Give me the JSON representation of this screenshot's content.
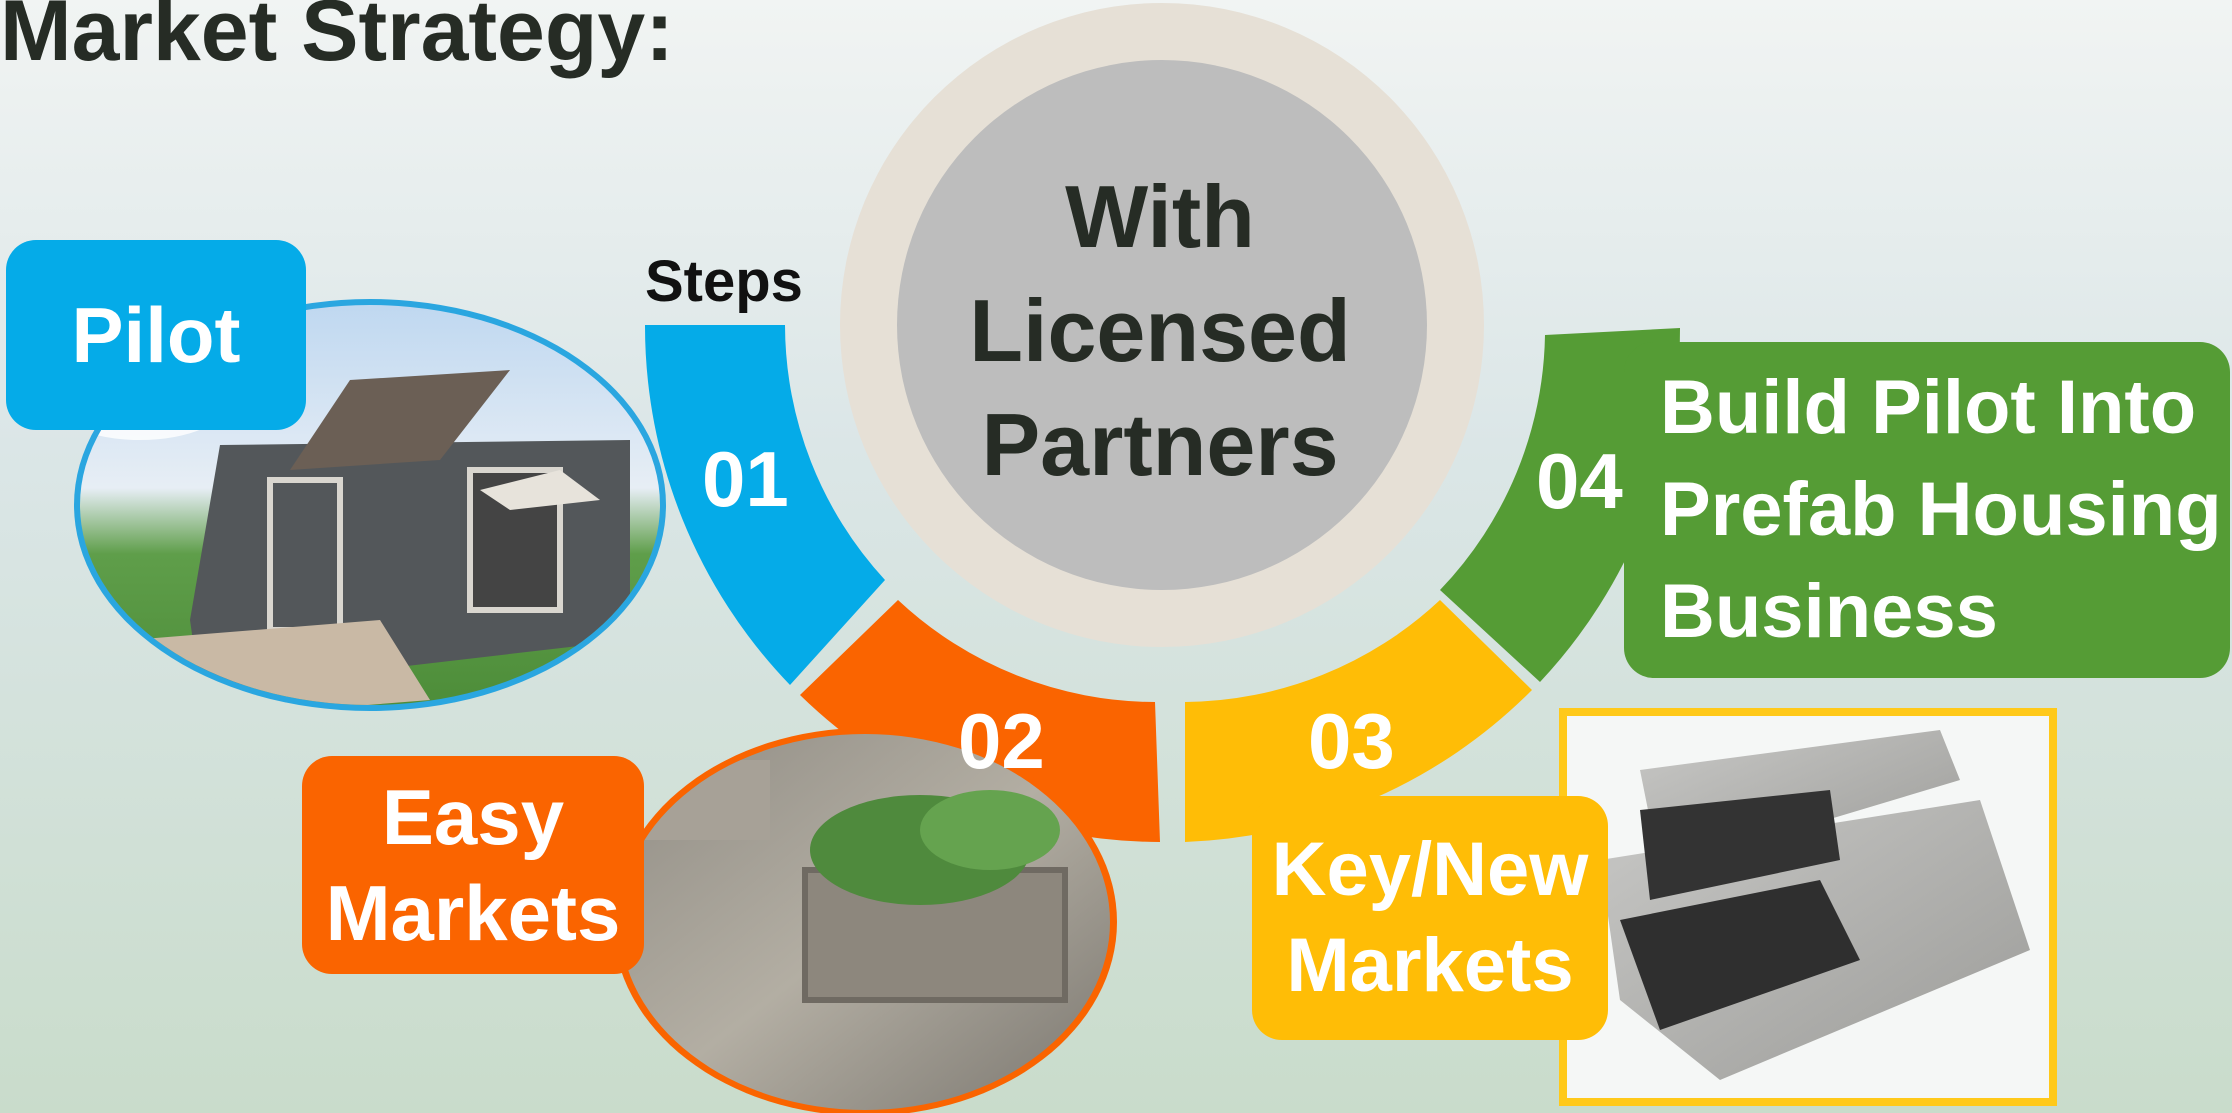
{
  "title": "Market Strategy:",
  "steps_label": "Steps",
  "center": {
    "line1": "With",
    "line2": "Licensed",
    "line3": "Partners"
  },
  "steps": [
    {
      "number": "01",
      "label": "Pilot",
      "color": "#05abe8"
    },
    {
      "number": "02",
      "label_line1": "Easy",
      "label_line2": "Markets",
      "color": "#fa6400"
    },
    {
      "number": "03",
      "label_line1": "Key/New",
      "label_line2": "Markets",
      "color": "#ffbd06"
    },
    {
      "number": "04",
      "label_line1": "Build Pilot Into",
      "label_line2": "Prefab Housing",
      "label_line3": "Business",
      "color": "#559c35"
    }
  ],
  "colors": {
    "title": "#262c25",
    "ring_outer": "#e6e0d6",
    "ring_inner": "#bdbdbd"
  }
}
